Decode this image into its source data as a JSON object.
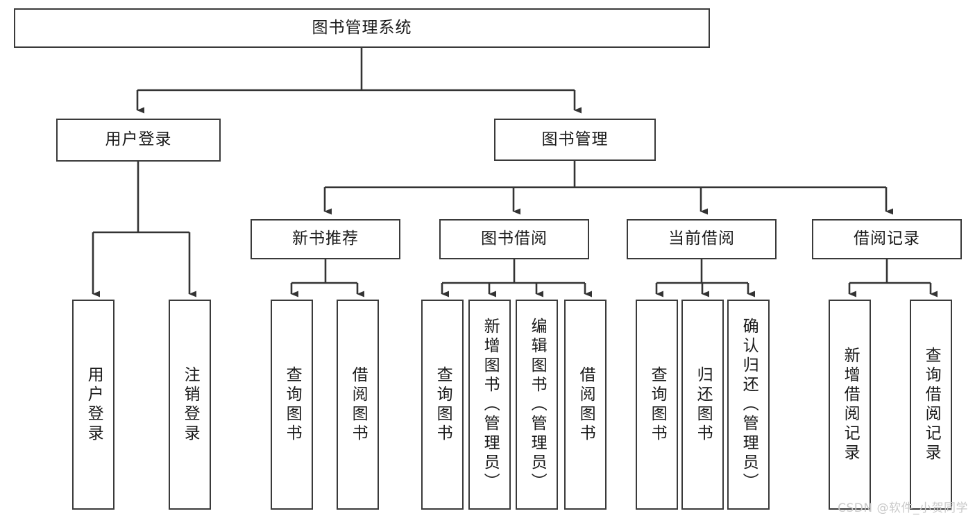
{
  "diagram": {
    "title": "图书管理系统",
    "type": "tree",
    "watermark": "CSDN @软件_小贺同学",
    "colors": {
      "background": "#ffffff",
      "box_border": "#3a3a3a",
      "edge": "#333333",
      "text": "#1a1a1a",
      "watermark": "#c9c9c9"
    }
  },
  "nodes": {
    "root": {
      "label": "图书管理系统"
    },
    "level1": [
      {
        "label": "用户登录"
      },
      {
        "label": "图书管理"
      }
    ],
    "level2": [
      {
        "label": "新书推荐"
      },
      {
        "label": "图书借阅"
      },
      {
        "label": "当前借阅"
      },
      {
        "label": "借阅记录"
      }
    ],
    "leaves": {
      "user_login": [
        {
          "label": "用户登录"
        },
        {
          "label": "注销登录"
        }
      ],
      "new_book_recommend": [
        {
          "label": "查询图书"
        },
        {
          "label": "借阅图书"
        }
      ],
      "book_borrow": [
        {
          "label": "查询图书"
        },
        {
          "label": "新增图书（管理员）"
        },
        {
          "label": "编辑图书（管理员）"
        },
        {
          "label": "借阅图书"
        }
      ],
      "current_borrow": [
        {
          "label": "查询图书"
        },
        {
          "label": "归还图书"
        },
        {
          "label": "确认归还（管理员）"
        }
      ],
      "borrow_record": [
        {
          "label": "新增借阅记录"
        },
        {
          "label": "查询借阅记录"
        }
      ]
    }
  },
  "chart_data": {
    "type": "table",
    "title": "图书管理系统 功能结构图",
    "hierarchy": [
      {
        "label": "图书管理系统",
        "children": [
          {
            "label": "用户登录",
            "children": [
              {
                "label": "用户登录"
              },
              {
                "label": "注销登录"
              }
            ]
          },
          {
            "label": "图书管理",
            "children": [
              {
                "label": "新书推荐",
                "children": [
                  {
                    "label": "查询图书"
                  },
                  {
                    "label": "借阅图书"
                  }
                ]
              },
              {
                "label": "图书借阅",
                "children": [
                  {
                    "label": "查询图书"
                  },
                  {
                    "label": "新增图书（管理员）"
                  },
                  {
                    "label": "编辑图书（管理员）"
                  },
                  {
                    "label": "借阅图书"
                  }
                ]
              },
              {
                "label": "当前借阅",
                "children": [
                  {
                    "label": "查询图书"
                  },
                  {
                    "label": "归还图书"
                  },
                  {
                    "label": "确认归还（管理员）"
                  }
                ]
              },
              {
                "label": "借阅记录",
                "children": [
                  {
                    "label": "新增借阅记录"
                  },
                  {
                    "label": "查询借阅记录"
                  }
                ]
              }
            ]
          }
        ]
      }
    ]
  }
}
